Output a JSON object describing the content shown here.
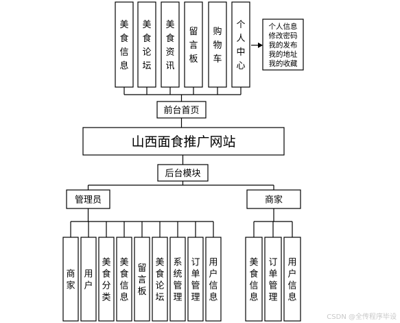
{
  "diagram": {
    "root": "山西面食推广网站",
    "frontend": {
      "label": "前台首页",
      "modules": [
        "美食信息",
        "美食论坛",
        "美食资讯",
        "留言板",
        "购物车",
        "个人中心"
      ],
      "personal_details": [
        "个人信息",
        "修改密码",
        "我的发布",
        "我的地址",
        "我的收藏"
      ]
    },
    "backend": {
      "label": "后台模块",
      "admin": {
        "label": "管理员",
        "items": [
          "商家",
          "用户",
          "美食分类",
          "美食信息",
          "留言板",
          "美食论坛",
          "系统管理",
          "订单管理",
          "用户信息"
        ]
      },
      "merchant": {
        "label": "商家",
        "items": [
          "美食信息",
          "订单管理",
          "用户信息"
        ]
      }
    }
  },
  "watermark": "CSDN @全传程序毕设"
}
